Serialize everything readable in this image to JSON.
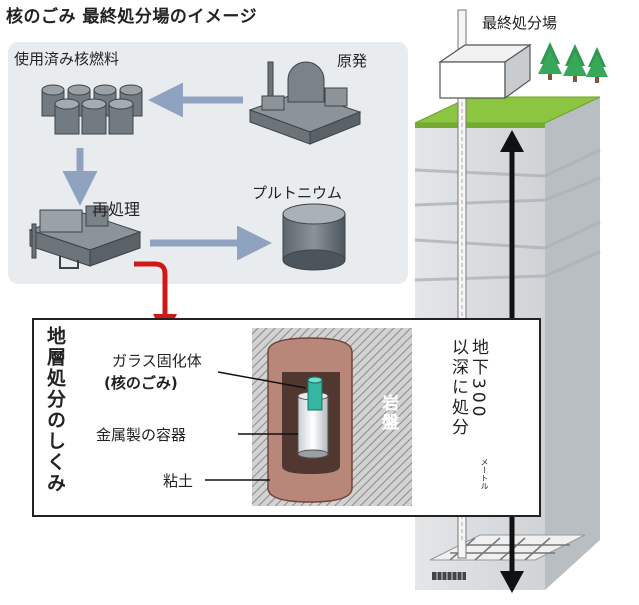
{
  "title": "核のごみ 最終処分場のイメージ",
  "flow": {
    "spent_fuel": "使用済み核燃料",
    "nuclear_plant": "原発",
    "reprocessing": "再処理",
    "plutonium": "プルトニウム"
  },
  "disposal": {
    "section_title": "地層処分のしくみ",
    "glass_line1": "ガラス固化体",
    "glass_line2": "(核のごみ)",
    "metal_container": "金属製の容器",
    "clay": "粘土",
    "bedrock": "岩盤"
  },
  "site": {
    "label": "最終処分場",
    "depth_line1": "地下300",
    "depth_unit": "メートル",
    "depth_line2": "以深に処分"
  },
  "colors": {
    "panel_bg": "#e9ecef",
    "flow_arrow": "#8fa3c0",
    "red_arrow": "#d01818",
    "grass": "#8cc641",
    "clay": "#b9867a",
    "canister": "#35b6a3"
  }
}
